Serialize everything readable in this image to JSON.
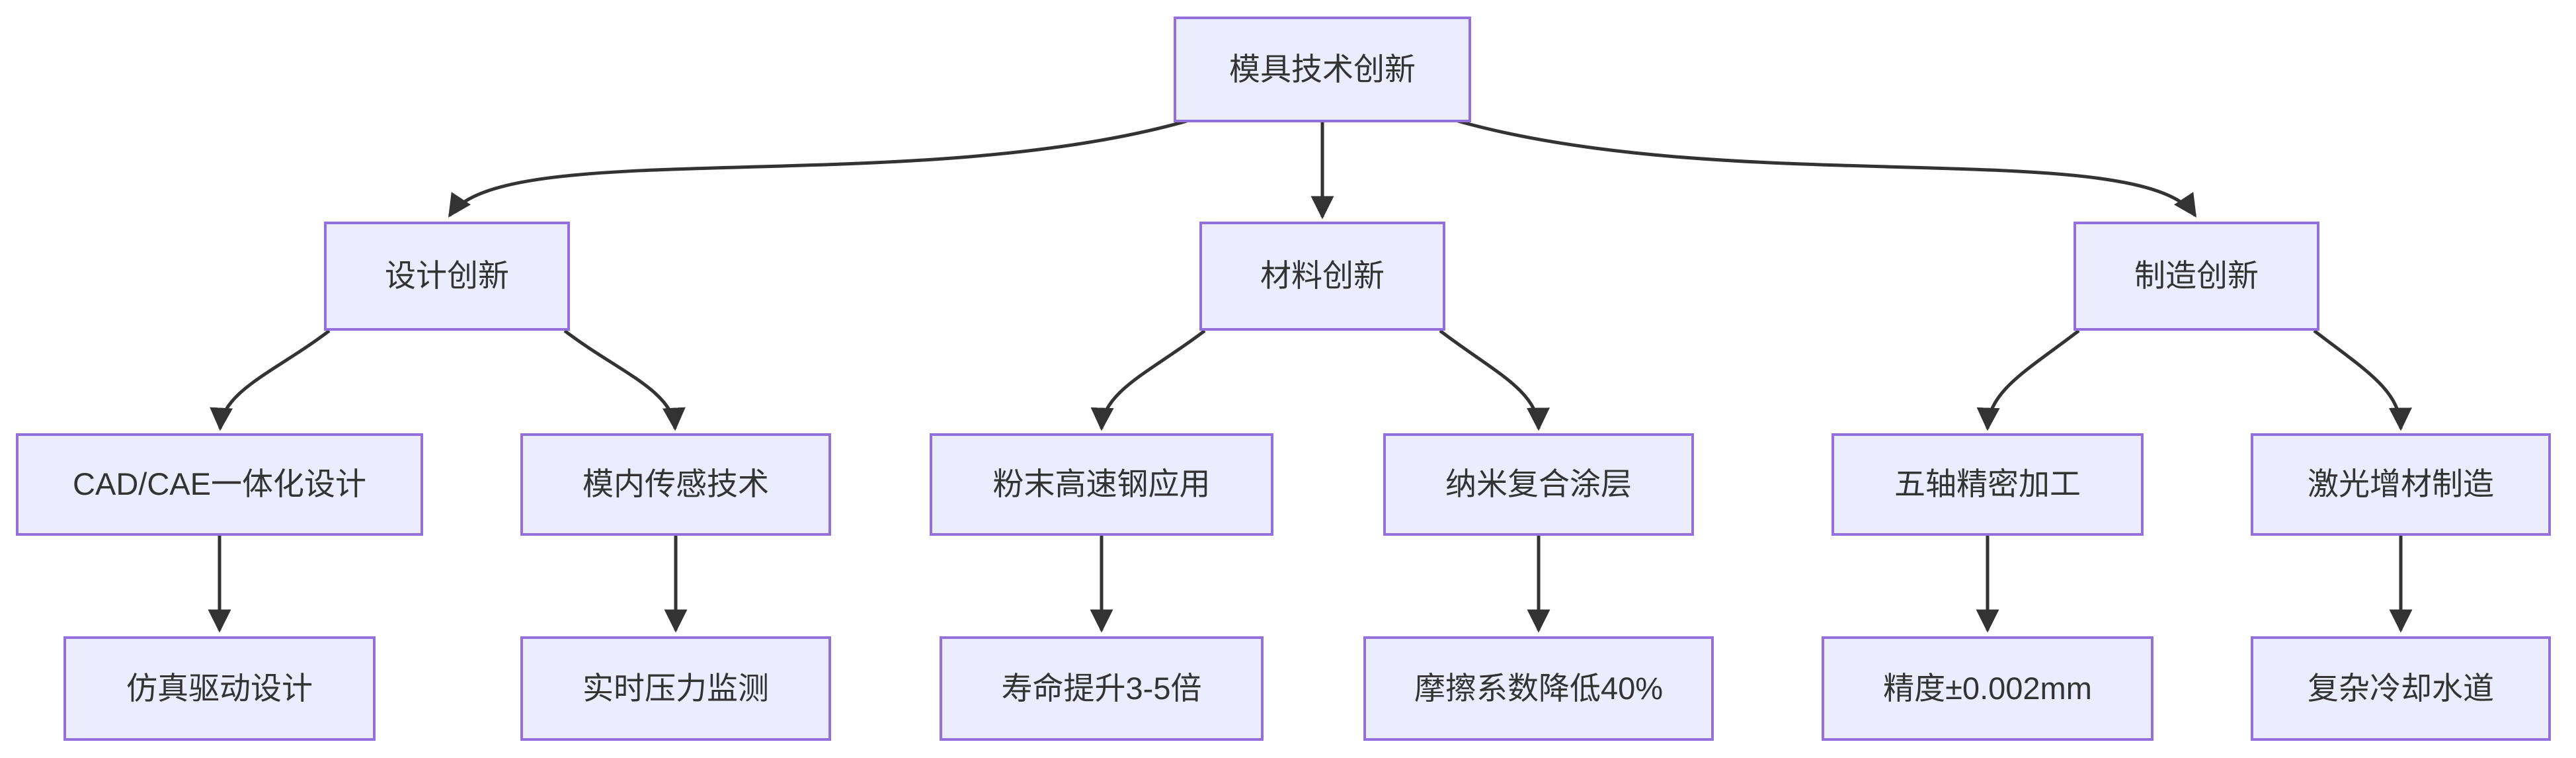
{
  "diagram": {
    "type": "flowchart-tree",
    "direction": "top-down",
    "colors": {
      "node_fill": "#ECECFF",
      "node_border": "#9370DB",
      "edge_stroke": "#333333",
      "text": "#333333",
      "background": "#FFFFFF"
    }
  },
  "nodes": [
    {
      "id": "root",
      "level": 0,
      "label": "模具技术创新"
    },
    {
      "id": "design",
      "level": 1,
      "label": "设计创新"
    },
    {
      "id": "material",
      "level": 1,
      "label": "材料创新"
    },
    {
      "id": "manufacturing",
      "level": 1,
      "label": "制造创新"
    },
    {
      "id": "cadcae",
      "level": 2,
      "label": "CAD/CAE一体化设计"
    },
    {
      "id": "sensor",
      "level": 2,
      "label": "模内传感技术"
    },
    {
      "id": "powder",
      "level": 2,
      "label": "粉末高速钢应用"
    },
    {
      "id": "nano",
      "level": 2,
      "label": "纳米复合涂层"
    },
    {
      "id": "fiveaxis",
      "level": 2,
      "label": "五轴精密加工"
    },
    {
      "id": "laser",
      "level": 2,
      "label": "激光增材制造"
    },
    {
      "id": "sim",
      "level": 3,
      "label": "仿真驱动设计"
    },
    {
      "id": "pressure",
      "level": 3,
      "label": "实时压力监测"
    },
    {
      "id": "life",
      "level": 3,
      "label": "寿命提升3-5倍"
    },
    {
      "id": "friction",
      "level": 3,
      "label": "摩擦系数降低40%"
    },
    {
      "id": "precision",
      "level": 3,
      "label": "精度±0.002mm"
    },
    {
      "id": "cooling",
      "level": 3,
      "label": "复杂冷却水道"
    }
  ],
  "edges": [
    {
      "from": "root",
      "to": "design"
    },
    {
      "from": "root",
      "to": "material"
    },
    {
      "from": "root",
      "to": "manufacturing"
    },
    {
      "from": "design",
      "to": "cadcae"
    },
    {
      "from": "design",
      "to": "sensor"
    },
    {
      "from": "material",
      "to": "powder"
    },
    {
      "from": "material",
      "to": "nano"
    },
    {
      "from": "manufacturing",
      "to": "fiveaxis"
    },
    {
      "from": "manufacturing",
      "to": "laser"
    },
    {
      "from": "cadcae",
      "to": "sim"
    },
    {
      "from": "sensor",
      "to": "pressure"
    },
    {
      "from": "powder",
      "to": "life"
    },
    {
      "from": "nano",
      "to": "friction"
    },
    {
      "from": "fiveaxis",
      "to": "precision"
    },
    {
      "from": "laser",
      "to": "cooling"
    }
  ]
}
